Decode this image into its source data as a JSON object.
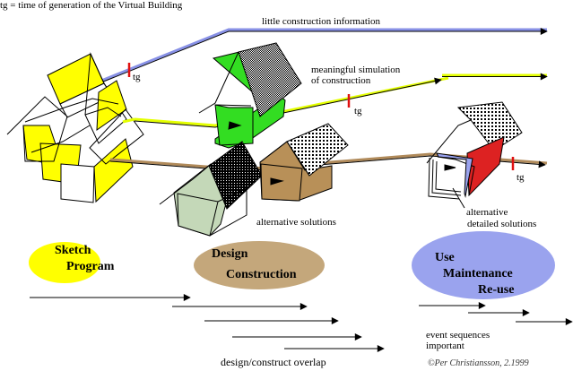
{
  "legend": "tg = time of generation of the Virtual Building",
  "tg_label": "tg",
  "lines": {
    "top": "little construction information",
    "middle_1": "meaningful simulation",
    "middle_2": "of construction"
  },
  "annotations": {
    "alternatives": "alternative solutions",
    "detailed_1": "alternative",
    "detailed_2": "detailed solutions",
    "events_1": "event sequences",
    "events_2": "important",
    "overlap": "design/construct overlap",
    "credit": "©Per Christiansson, 2.1999"
  },
  "phases": [
    {
      "line1": "Sketch",
      "line2": "Program",
      "line3": "",
      "color": "#ffff00"
    },
    {
      "line1": "Design",
      "line2": "Construction",
      "line3": "",
      "color": "#c4a77b"
    },
    {
      "line1": "Use",
      "line2": "Maintenance",
      "line3": "Re-use",
      "color": "#9aa3ee"
    }
  ],
  "colors": {
    "blue_line": "#8891e6",
    "yellow_line": "#e4ff00",
    "brown_line": "#b08a5a",
    "tg_marker": "#e01010",
    "green_house": "#33dd22",
    "pale_green_house": "#c4d8b8",
    "brown_house": "#b89058",
    "red_face": "#dd2222"
  }
}
